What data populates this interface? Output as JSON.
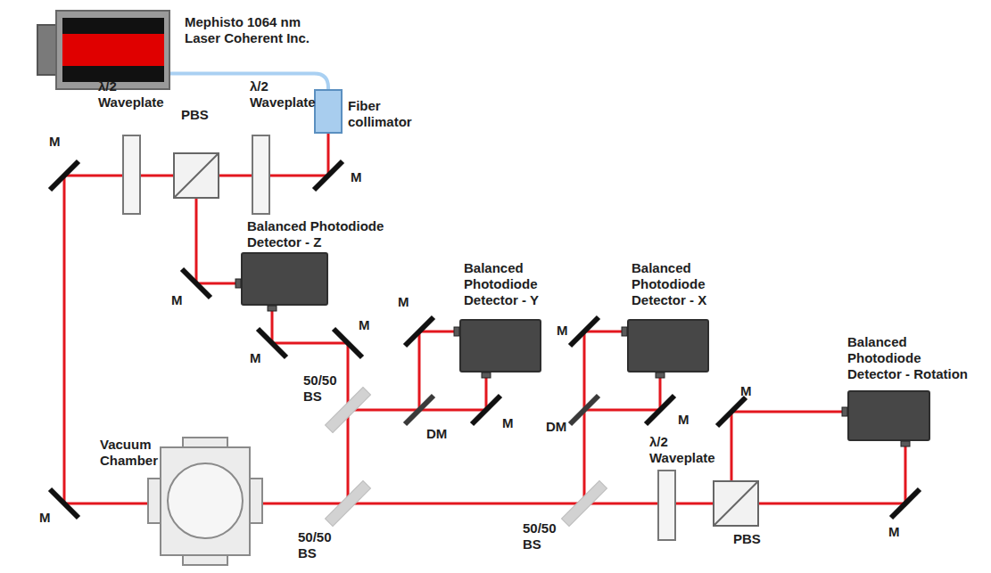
{
  "diagram": {
    "nodes": [
      {
        "text": [
          "Mephisto 1064 nm Laser Coherent Inc."
        ]
      },
      {
        "text": [
          "Fiber collimator"
        ]
      },
      {
        "text": [
          "Balanced Photodiode Detector - Z"
        ]
      },
      {
        "text": [
          "Balanced Photodiode Detector - Y"
        ]
      },
      {
        "text": [
          "Balanced Photodiode Detector - X"
        ]
      },
      {
        "text": [
          "Balanced Photodiode Detector - Rotation"
        ]
      },
      {
        "text": [
          "Vacuum Chamber"
        ]
      }
    ],
    "edges": [
      {
        "from": 0,
        "to": 1,
        "arrow": "none"
      }
    ],
    "labels": [
      "λ/2 Waveplate",
      "PBS",
      "λ/2 Waveplate",
      "M",
      "M",
      "M",
      "M",
      "M",
      "M",
      "DM",
      "M",
      "M",
      "DM",
      "M",
      "M",
      "M",
      "M",
      "50/50 BS",
      "50/50 BS",
      "50/50 BS",
      "λ/2 Waveplate",
      "PBS"
    ]
  }
}
